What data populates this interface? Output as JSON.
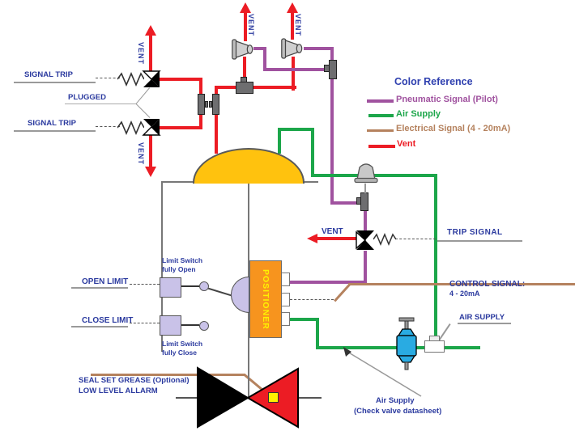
{
  "diagram": {
    "labels": {
      "signal_trip_top": "SIGNAL TRIP",
      "plugged": "PLUGGED",
      "signal_trip_bottom": "SIGNAL TRIP",
      "vent": "VENT",
      "trip_signal": "TRIP SIGNAL",
      "control_signal": "CONTROL SIGNAL:",
      "control_signal_value": "4 - 20mA",
      "air_supply": "AIR SUPPLY",
      "air_supply_note_line1": "Air Supply",
      "air_supply_note_line2": "(Check valve datasheet)",
      "open_limit": "OPEN LIMIT",
      "close_limit": "CLOSE LIMIT",
      "limit_switch_open": "Limit Switch\nfully Open",
      "limit_switch_close": "Limit Switch\nfully Close",
      "seal_set_grease": "SEAL SET GREASE (Optional)",
      "low_level_alarm": "LOW LEVEL ALLARM",
      "positioner": "POSITIONER"
    },
    "legend": {
      "title": "Color Reference",
      "items": [
        {
          "label": "Pneumatic Signal (Pilot)",
          "color": "#A0529F"
        },
        {
          "label": "Air Supply",
          "color": "#1CA64A"
        },
        {
          "label": "Electrical Signal (4 - 20mA)",
          "color": "#B5825E"
        },
        {
          "label": "Vent",
          "color": "#EC1C24"
        }
      ]
    },
    "colors": {
      "pneumatic": "#A0529F",
      "air_supply": "#1CA64A",
      "electrical": "#B5825E",
      "vent": "#EC1C24",
      "label_blue": "#2B3A9F"
    }
  }
}
